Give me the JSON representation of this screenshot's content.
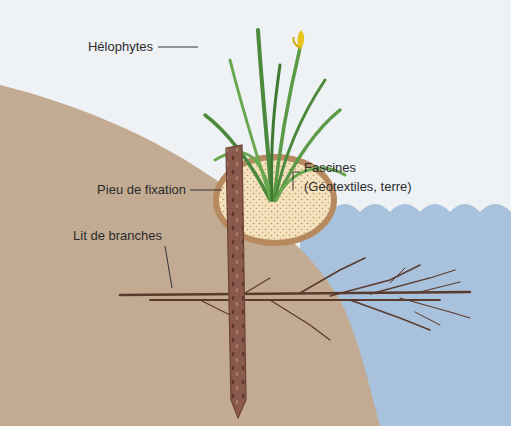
{
  "diagram": {
    "labels": [
      "Hélophytes",
      "Pieu de fixation",
      "Fascines (Géotextiles, terre)",
      "Lit de branches"
    ]
  }
}
